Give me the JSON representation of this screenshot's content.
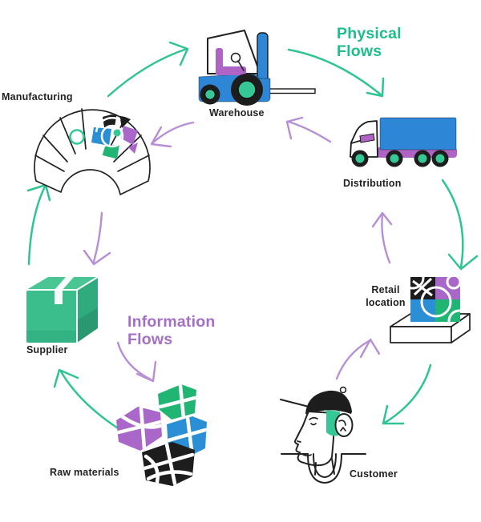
{
  "diagram": {
    "flow_titles": {
      "physical": "Physical Flows",
      "information": "Information Flows"
    },
    "nodes": {
      "manufacturing": {
        "label": "Manufacturing",
        "icon": "factory-wheel-icon"
      },
      "warehouse": {
        "label": "Warehouse",
        "icon": "forklift-icon"
      },
      "distribution": {
        "label": "Distribution",
        "icon": "truck-icon"
      },
      "retail": {
        "label": "Retail location",
        "icon": "retail-mosaic-icon"
      },
      "customer": {
        "label": "Customer",
        "icon": "person-head-icon"
      },
      "raw_materials": {
        "label": "Raw materials",
        "icon": "material-fragments-icon"
      },
      "supplier": {
        "label": "Supplier",
        "icon": "box-icon"
      }
    },
    "colors": {
      "physical_flow": "#2fc493",
      "physical_title": "#1fbd8b",
      "information_flow": "#b78fd4",
      "information_title": "#a36fc7",
      "vehicle_blue": "#2e86d6",
      "accent_purple": "#af63c5",
      "mosaic_green": "#21b573",
      "mosaic_blue": "#2b8fd6",
      "mosaic_purple": "#a968c9",
      "supplier_green": "#3cbd8c",
      "wheel_hub_teal": "#35c796",
      "ink": "#222222"
    }
  }
}
